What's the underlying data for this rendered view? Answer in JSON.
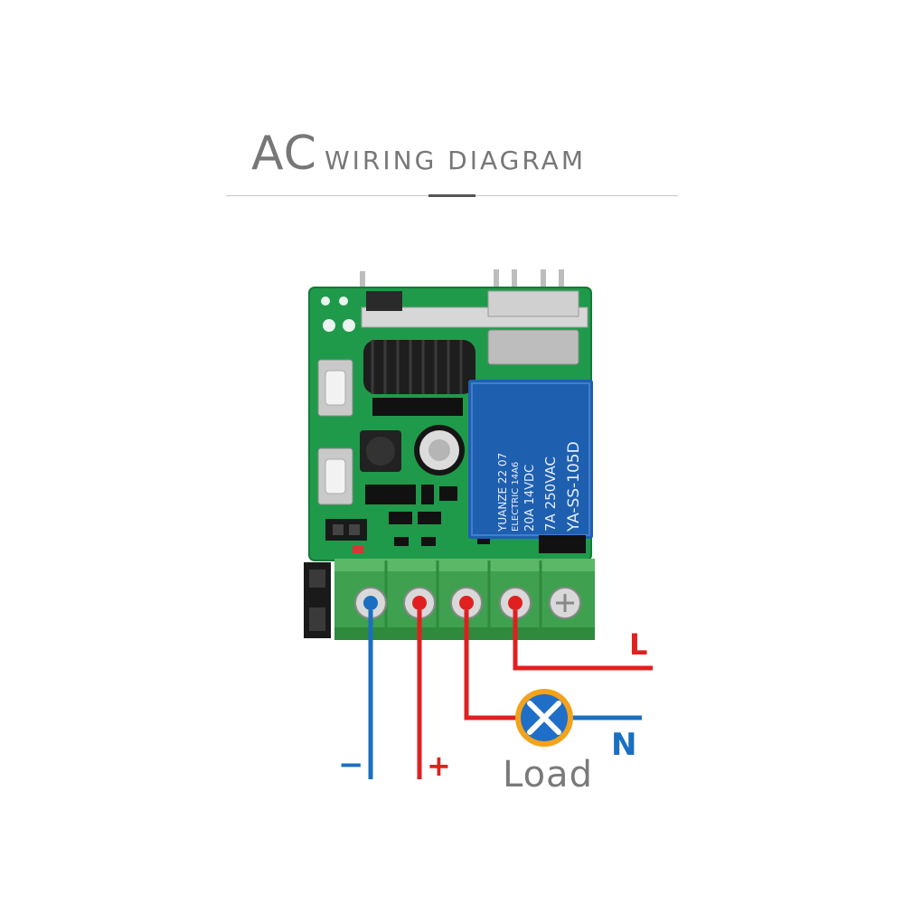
{
  "header": {
    "title_big": "AC",
    "title_small": "WIRING DIAGRAM"
  },
  "board": {
    "relay_lines": [
      "YUANZE 22 07",
      "ELECTRIC 14A6",
      "20A 14VDC",
      "7A 250VAC",
      "YA-SS-105D"
    ]
  },
  "labels": {
    "live": "L",
    "neutral": "N",
    "minus": "−",
    "plus": "+",
    "load": "Load"
  },
  "colors": {
    "live": "#e02020",
    "neutral": "#1a6fc0",
    "pcb": "#1f9a4a",
    "terminal": "#3fa04f",
    "relay": "#1f5fb0",
    "load_bulb": "#1f6fc8",
    "load_ring": "#f2a31b"
  }
}
